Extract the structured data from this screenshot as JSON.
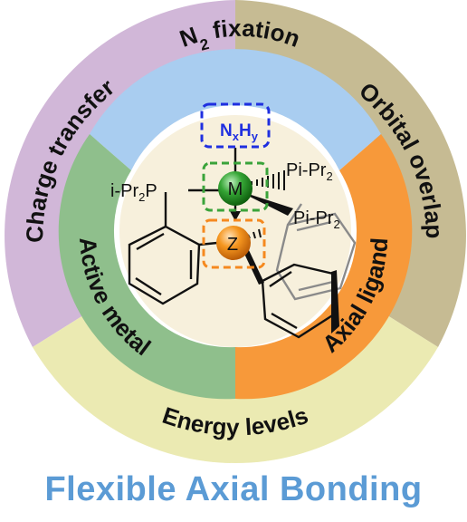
{
  "outer_ring": {
    "charge_transfer": "Charge transfer",
    "orbital_overlap": "Orbital overlap",
    "energy_levels": "Energy levels"
  },
  "inner_ring": {
    "n2_fixation_n": "N",
    "n2_fixation_sub": "2",
    "n2_fixation_rest": " fixation",
    "active_metal": "Active metal",
    "axial_ligand": "Axial ligand"
  },
  "molecule": {
    "nxhy_n": "N",
    "nxhy_x": "x",
    "nxhy_h": "H",
    "nxhy_y": "y",
    "metal": "M",
    "axial": "Z",
    "ligand_left_a": "i-Pr",
    "ligand_left_sub": "2",
    "ligand_left_b": "P",
    "ligand_right_top_a": "Pi-Pr",
    "ligand_right_top_sub": "2",
    "ligand_right_mid_a": "Pi-Pr",
    "ligand_right_mid_sub": "2"
  },
  "footer": {
    "title": "Flexible Axial Bonding"
  },
  "colors": {
    "outer_purple": "#d1b7d8",
    "outer_khaki": "#c6bb93",
    "outer_yellow": "#ebeab2",
    "inner_blue": "#a9cdf0",
    "inner_green": "#8fbf8c",
    "inner_orange": "#f7993a",
    "core": "#f7f0dc",
    "metal_sphere": "#1f8a1f",
    "axial_sphere": "#f58a1f",
    "nxhy": "#1f2fe0",
    "title": "#5b9bd5"
  }
}
